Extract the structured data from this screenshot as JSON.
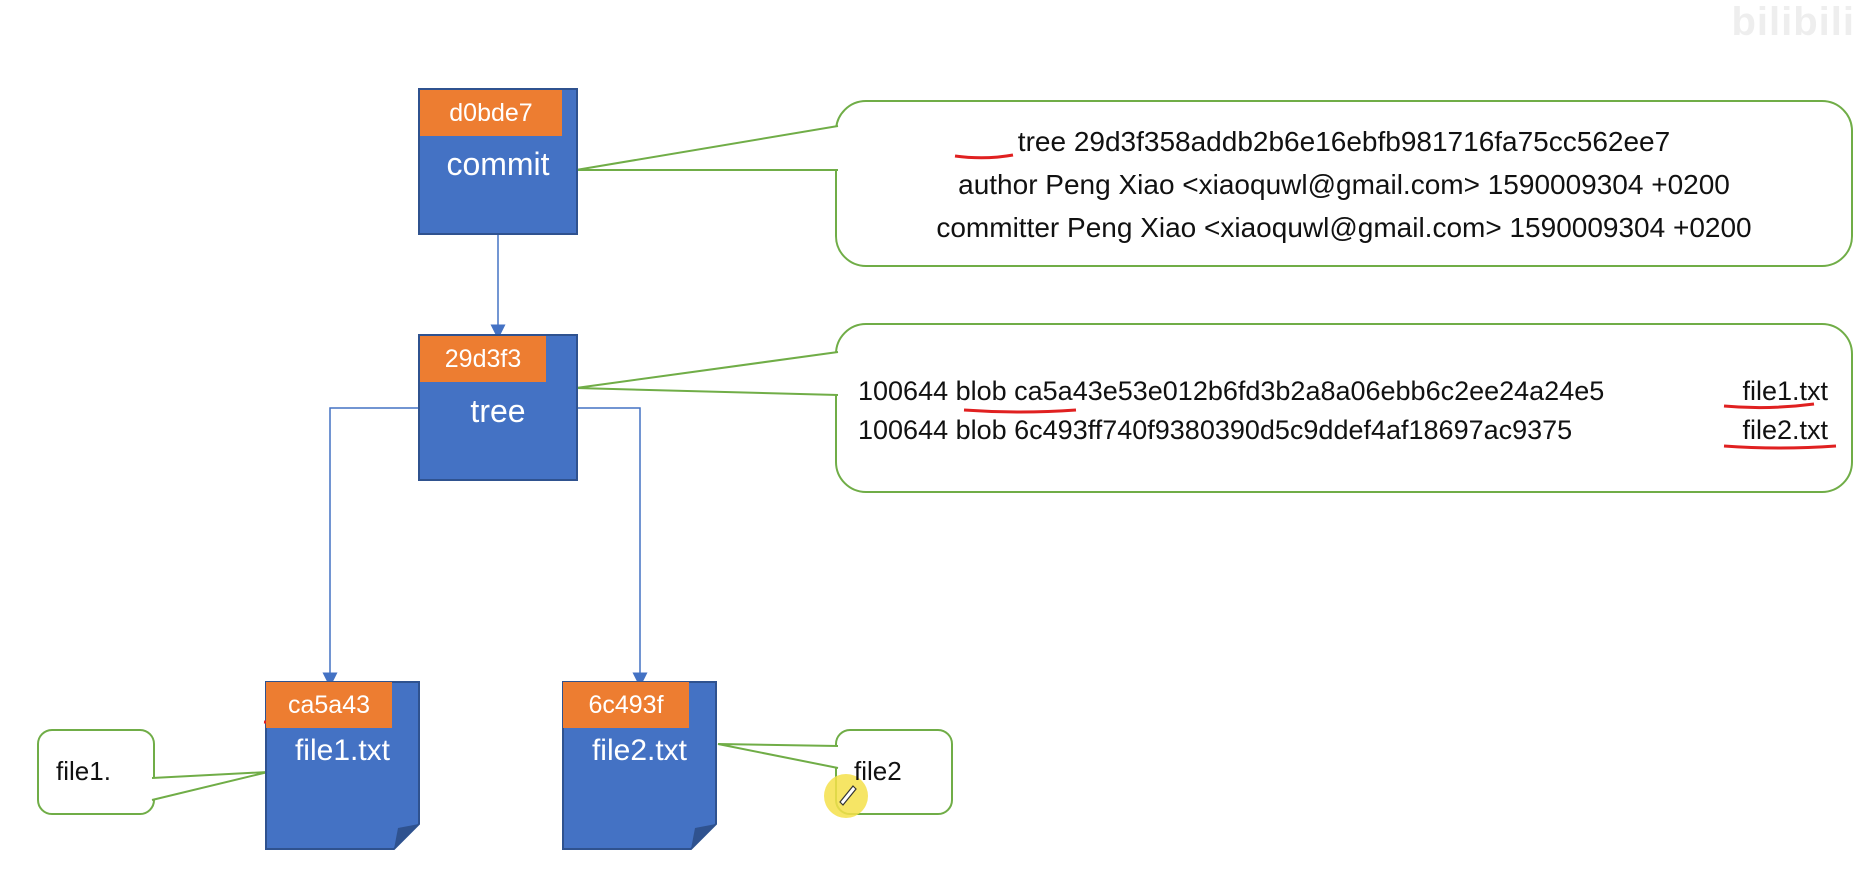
{
  "commit_node": {
    "hash": "d0bde7",
    "label": "commit"
  },
  "tree_node": {
    "hash": "29d3f3",
    "label": "tree"
  },
  "blob1_node": {
    "hash": "ca5a43",
    "label": "file1.txt"
  },
  "blob2_node": {
    "hash": "6c493f",
    "label": "file2.txt"
  },
  "commit_callout": {
    "lines": [
      "tree 29d3f358addb2b6e16ebfb981716fa75cc562ee7",
      "author Peng Xiao <xiaoquwl@gmail.com> 1590009304 +0200",
      "committer Peng Xiao <xiaoquwl@gmail.com> 1590009304 +0200"
    ]
  },
  "tree_callout": {
    "rows": [
      {
        "entry": "100644 blob ca5a43e53e012b6fd3b2a8a06ebb6c2ee24a24e5",
        "name": "file1.txt"
      },
      {
        "entry": "100644 blob 6c493ff740f9380390d5c9ddef4af18697ac9375",
        "name": "file2.txt"
      }
    ]
  },
  "blob1_callout": {
    "text": "file1."
  },
  "blob2_callout": {
    "text": "file2"
  },
  "watermark": {
    "text": "bilibili"
  },
  "colors": {
    "node_fill": "#4472C4",
    "node_border": "#2F528F",
    "hash_fill": "#ED7D31",
    "callout_border": "#70AD47",
    "annotation_red": "#E02020",
    "cursor_highlight": "#F5E04A"
  }
}
